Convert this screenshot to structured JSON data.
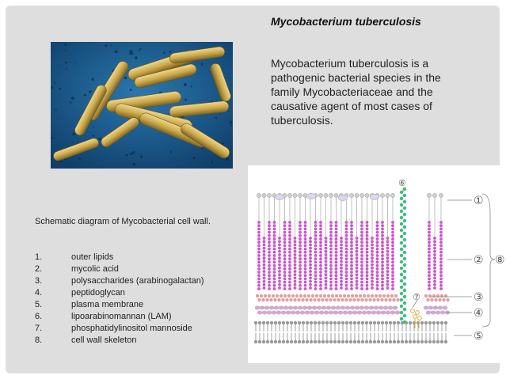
{
  "slide": {
    "title": "Mycobacterium tuberculosis",
    "description": "Mycobacterium tuberculosis is a pathogenic bacterial species in the family Mycobacteriaceae and the causative agent of most cases of tuberculosis.",
    "caption": "Schematic diagram of Mycobacterial cell wall.",
    "legend": [
      {
        "num": "1.",
        "label": "outer lipids"
      },
      {
        "num": "2.",
        "label": "mycolic acid"
      },
      {
        "num": "3.",
        "label": "polysaccharides (arabinogalactan)"
      },
      {
        "num": "4.",
        "label": "peptidoglycan"
      },
      {
        "num": "5.",
        "label": "plasma membrane"
      },
      {
        "num": "6.",
        "label": "lipoarabinomannan (LAM)"
      },
      {
        "num": "7.",
        "label": "phosphatidylinositol mannoside"
      },
      {
        "num": "8.",
        "label": "cell wall skeleton"
      }
    ]
  },
  "diagram": {
    "callouts": [
      "①",
      "②",
      "③",
      "④",
      "⑤",
      "⑥",
      "⑦",
      "⑧"
    ]
  },
  "colors": {
    "photo_background": "#1a5a8a",
    "bacteria": "#c8a548",
    "mycolic_acid": "#cc55cc",
    "arabinogalactan": "#e89a9a",
    "peptidoglycan": "#c89ac8",
    "lam": "#3cbf7a",
    "pim": "#e8d070"
  }
}
